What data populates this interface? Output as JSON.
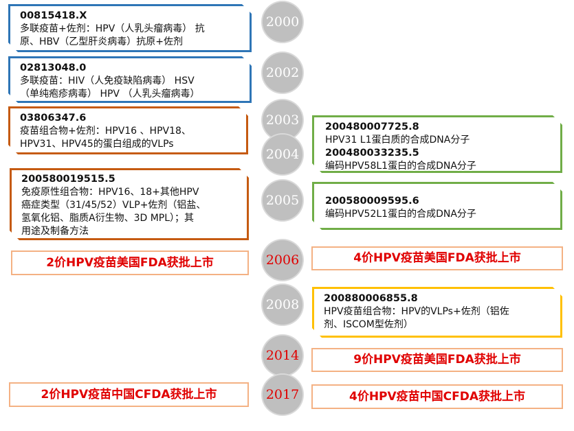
{
  "years": [
    {
      "label": "2000",
      "highlight": false
    },
    {
      "label": "2002",
      "highlight": false
    },
    {
      "label": "2003",
      "highlight": false
    },
    {
      "label": "2004",
      "highlight": false
    },
    {
      "label": "2005",
      "highlight": false
    },
    {
      "label": "2006",
      "highlight": true
    },
    {
      "label": "2008",
      "highlight": false
    },
    {
      "label": "2014",
      "highlight": true
    },
    {
      "label": "2017",
      "highlight": true
    }
  ],
  "left_patents": [
    {
      "number": "00815418.X",
      "lines": [
        "多联疫苗+佐剂：HPV（人乳头瘤病毒） 抗",
        "原、HBV（乙型肝炎病毒）抗原+佐剂"
      ],
      "color": "#2e75b6"
    },
    {
      "number": "02813048.0",
      "lines": [
        "多联疫苗：HIV（人免疫缺陷病毒） HSV",
        "（单纯疱疹病毒） HPV （人乳头瘤病毒）"
      ],
      "color": "#2e75b6"
    },
    {
      "number": "03806347.6",
      "lines": [
        "疫苗组合物+佐剂：HPV16 、HPV18、",
        "HPV31、HPV45的蛋白组成的VLPs"
      ],
      "color": "#c55a11"
    },
    {
      "number": "200580019515.5",
      "lines": [
        "免疫原性组合物：HPV16、18+其他HPV",
        "癌症类型（31/45/52）VLP+佐剂（铝盐、",
        "氢氧化铝、脂质A衍生物、3D MPL）；其",
        "用途及制备方法"
      ],
      "color": "#c55a11"
    }
  ],
  "right_patents": [
    {
      "number": "200480007725.8",
      "line": "HPV31 L1蛋白质的合成DNA分子",
      "number2": "200480033235.5",
      "line2": "编码HPV58L1蛋白的合成DNA分子"
    },
    {
      "number": "200580009595.6",
      "line": "编码HPV52L1蛋白的合成DNA分子"
    },
    {
      "number": "200880006855.8",
      "lines": [
        "HPV疫苗组合物：HPV的VLPs+佐剂（铝佐",
        "剂、ISCOM型佐剂）"
      ]
    }
  ],
  "events": {
    "e2006_left": "2价HPV疫苗美国FDA获批上市",
    "e2006_right": "4价HPV疫苗美国FDA获批上市",
    "e2014_right": "9价HPV疫苗美国FDA获批上市",
    "e2017_left": "2价HPV疫苗中国CFDA获批上市",
    "e2017_right": "4价HPV疫苗中国CFDA获批上市"
  }
}
